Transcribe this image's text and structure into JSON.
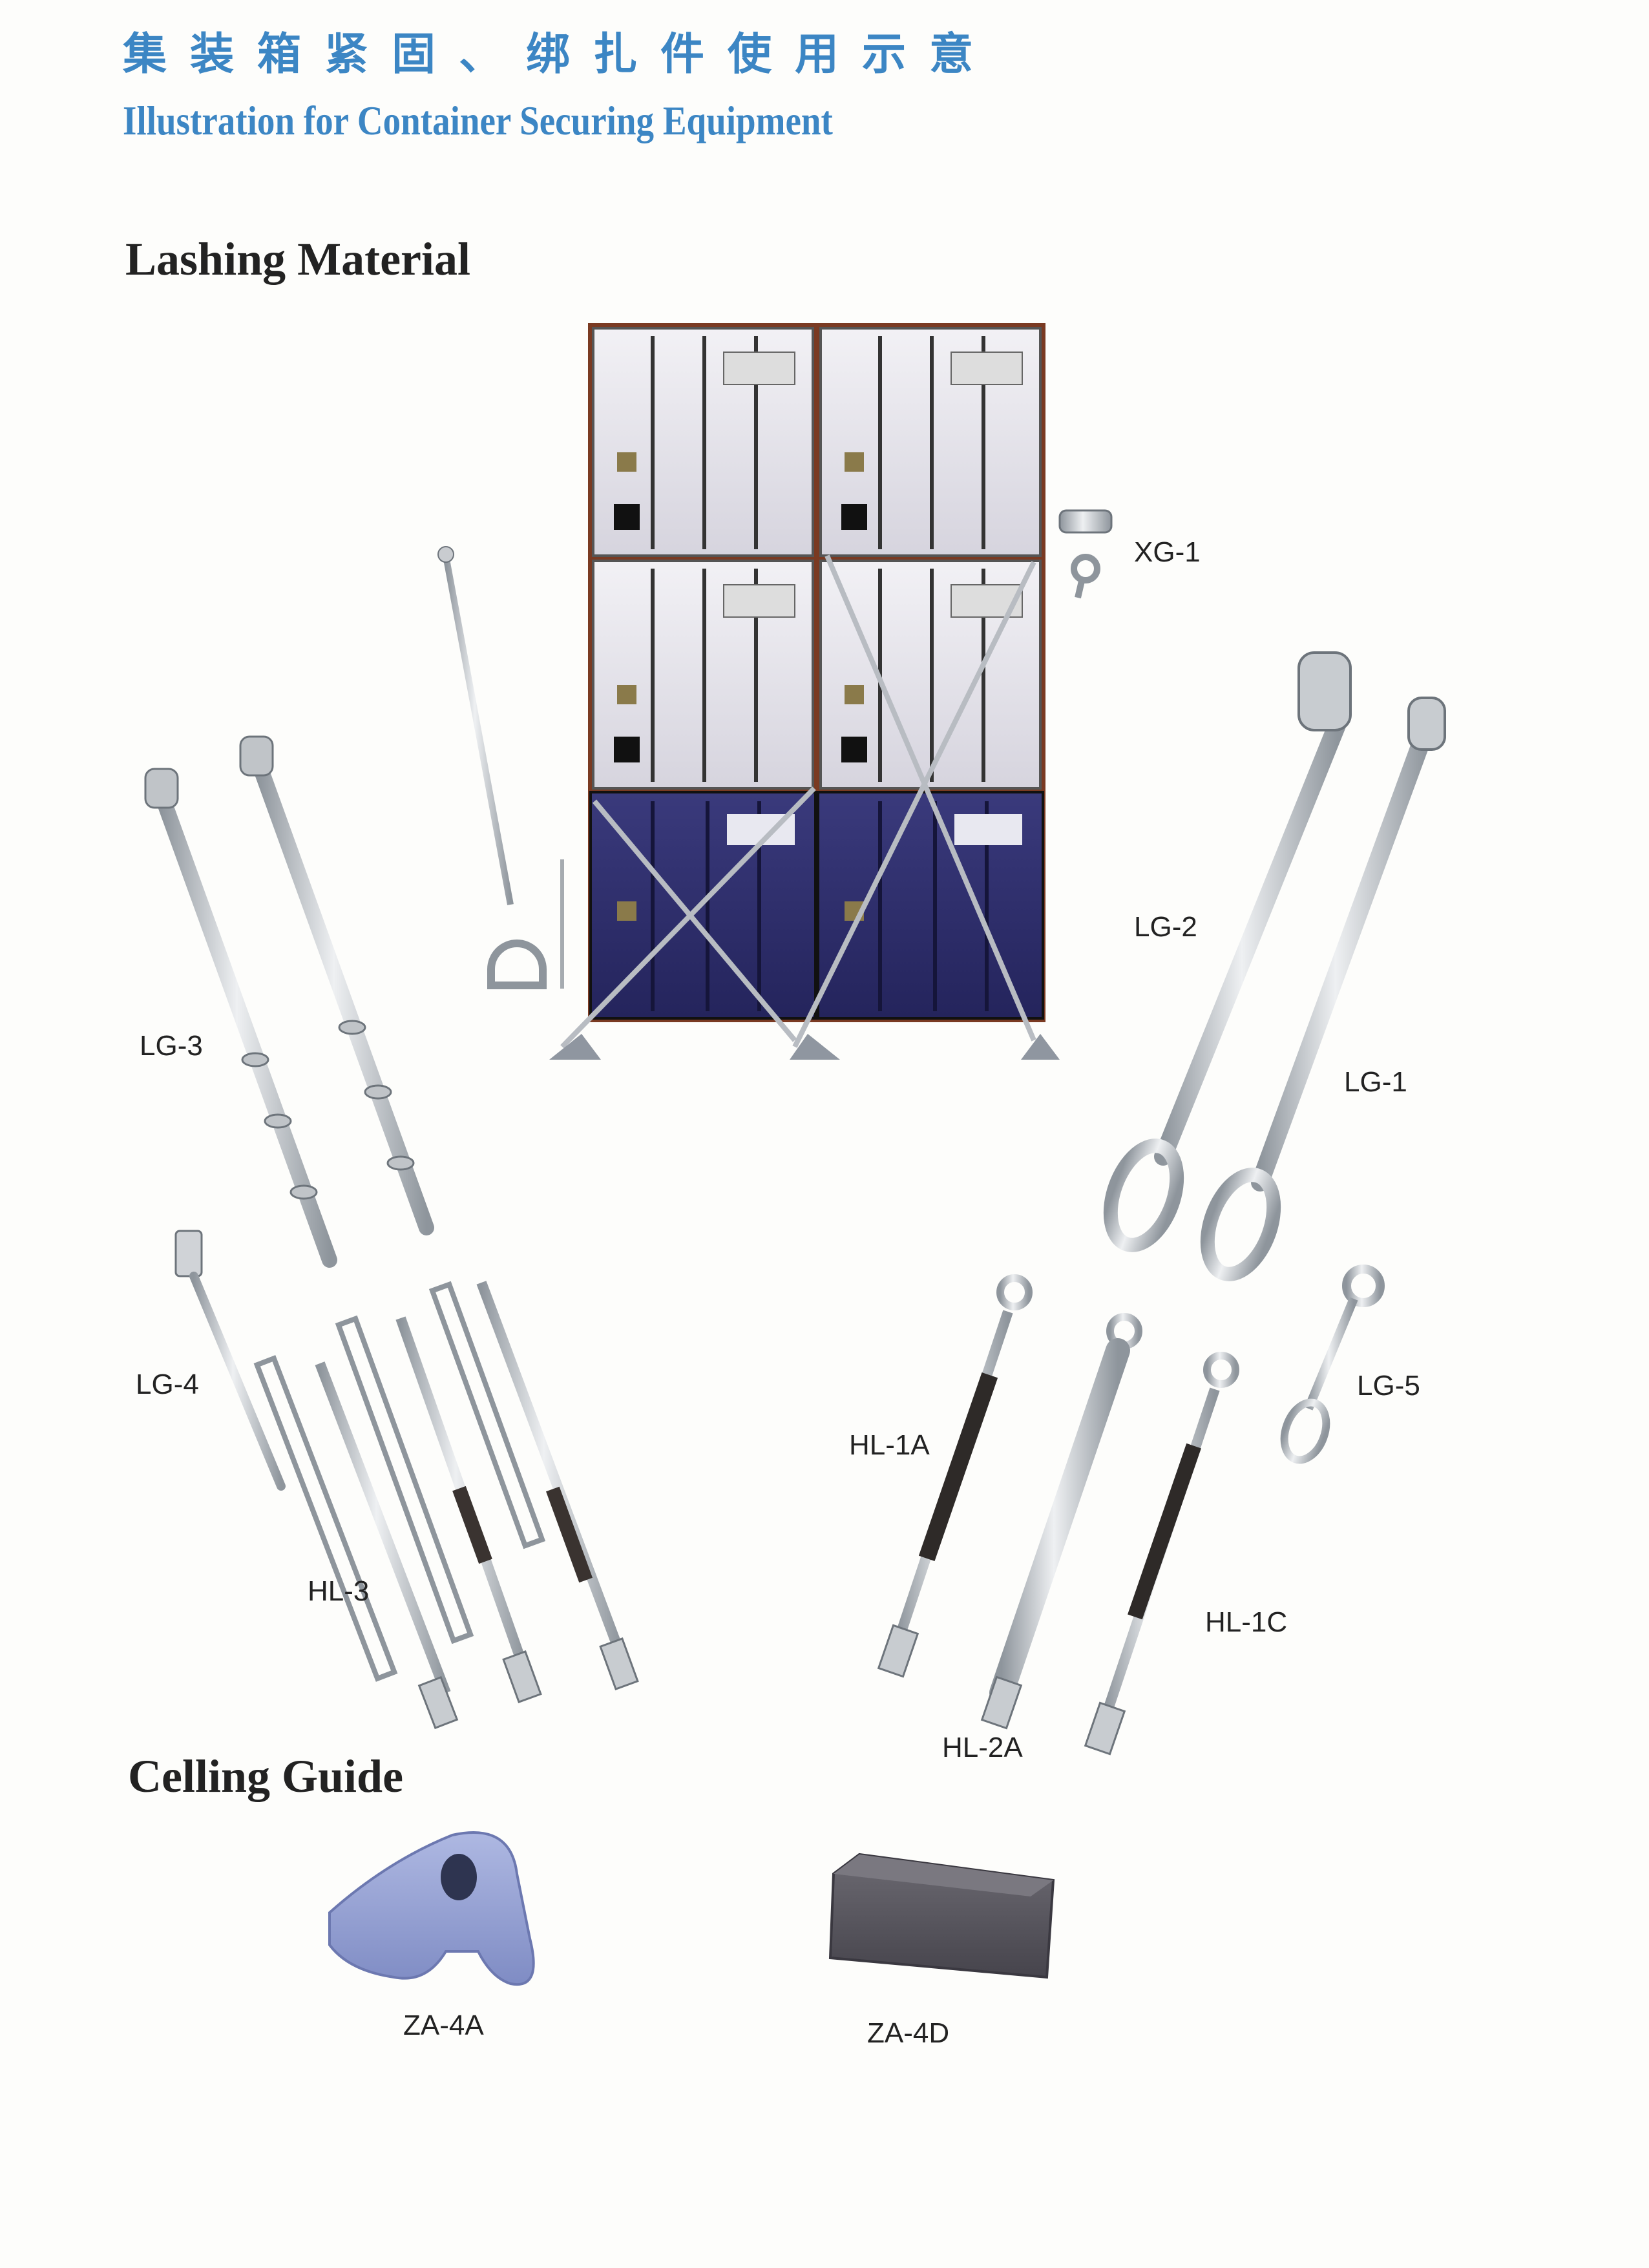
{
  "header": {
    "title_cn": "集装箱紧固、绑扎件使用示意",
    "title_en": "Illustration for Container Securing Equipment"
  },
  "sections": {
    "lashing": "Lashing Material",
    "ceiling": "Celling Guide"
  },
  "parts": {
    "xg1": "XG-1",
    "lg1": "LG-1",
    "lg2": "LG-2",
    "lg3": "LG-3",
    "lg4": "LG-4",
    "lg5": "LG-5",
    "hl1a": "HL-1A",
    "hl1c": "HL-1C",
    "hl2a": "HL-2A",
    "hl3": "HL-3",
    "za4a": "ZA-4A",
    "za4d": "ZA-4D"
  },
  "colors": {
    "title_blue": "#3c86c4",
    "container_white": "#e6e4ea",
    "container_navy": "#2a2a66",
    "steel": "#c4c8cc",
    "guide_blue": "#9aa6d4",
    "guide_grey": "#5a5860"
  }
}
